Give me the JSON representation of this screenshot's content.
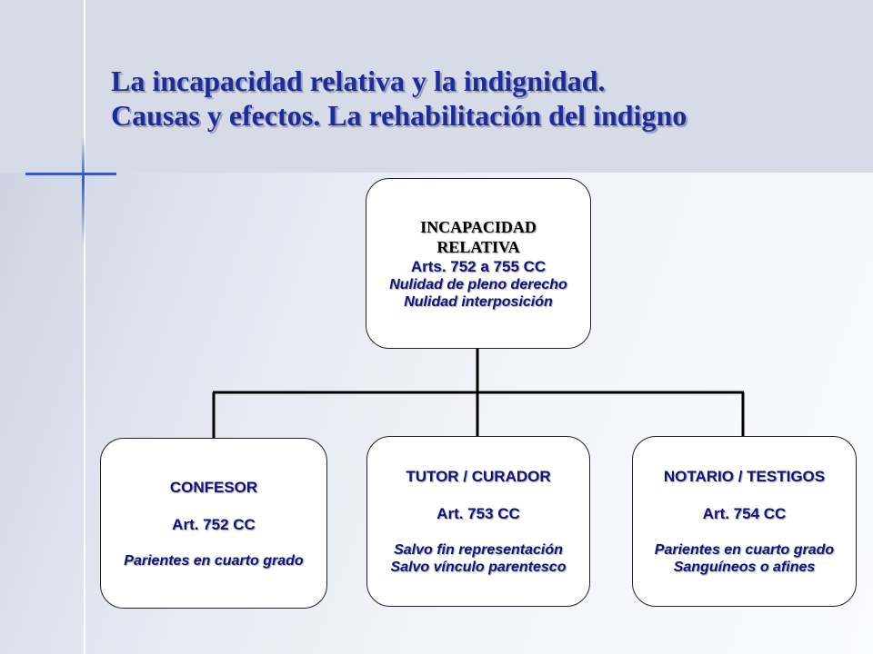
{
  "title": {
    "line1": "La incapacidad relativa y la indignidad.",
    "line2": "Causas y efectos. La rehabilitación del indigno"
  },
  "root": {
    "line1": "INCAPACIDAD",
    "line2": "RELATIVA",
    "line3": "Arts. 752 a 755 CC",
    "line4": "Nulidad de pleno derecho",
    "line5": "Nulidad interposición"
  },
  "children": [
    {
      "heading": "CONFESOR",
      "article": "Art. 752 CC",
      "note1": "Parientes en cuarto grado",
      "note2": ""
    },
    {
      "heading": "TUTOR / CURADOR",
      "article": "Art. 753 CC",
      "note1": "Salvo fin representación",
      "note2": "Salvo vínculo parentesco"
    },
    {
      "heading": "NOTARIO / TESTIGOS",
      "article": "Art. 754 CC",
      "note1": "Parientes en cuarto grado",
      "note2": "Sanguíneos o afines"
    }
  ],
  "colors": {
    "title": "#1c2c9e",
    "box_text_blue": "#12127a"
  }
}
